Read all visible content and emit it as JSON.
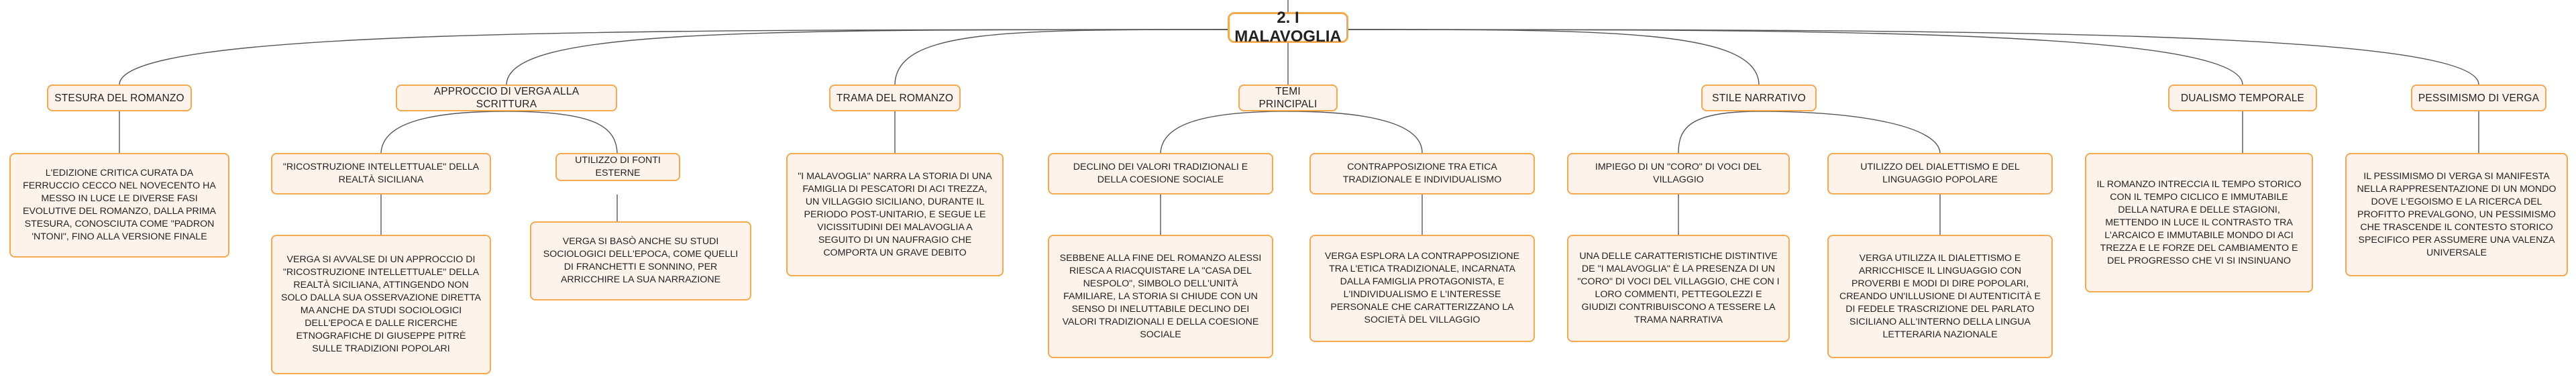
{
  "root": {
    "title": "2. I MALAVOGLIA"
  },
  "categories": {
    "stesura": {
      "title": "STESURA DEL ROMANZO",
      "detail": "L'edizione critica curata da Ferruccio Cecco nel Novecento ha messo in luce le diverse fasi evolutive del romanzo, dalla prima stesura, conosciuta come \"Padron 'Ntoni\", fino alla versione finale"
    },
    "approccio": {
      "title": "APPROCCIO DI VERGA ALLA SCRITTURA",
      "sub1": {
        "title": "\"RICOSTRUZIONE INTELLETTUALE\" DELLA REALTÀ SICILIANA",
        "detail": "Verga si avvalse di un approccio di \"ricostruzione intellettuale\" della realtà siciliana, attingendo non solo dalla sua osservazione diretta ma anche da studi sociologici dell'epoca e dalle ricerche etnografiche di Giuseppe Pitrè sulle tradizioni popolari"
      },
      "sub2": {
        "title": "UTILIZZO DI FONTI ESTERNE",
        "detail": "Verga si basò anche su studi sociologici dell'epoca, come quelli di Franchetti e Sonnino, per arricchire la sua narrazione"
      }
    },
    "trama": {
      "title": "TRAMA DEL ROMANZO",
      "detail": "\"I Malavoglia\" narra la storia di una famiglia di pescatori di Aci Trezza, un villaggio siciliano, durante il periodo post-unitario, e segue le vicissitudini dei Malavoglia a seguito di un naufragio che comporta un grave debito"
    },
    "temi": {
      "title": "TEMI PRINCIPALI",
      "sub1": {
        "title": "DECLINO DEI VALORI TRADIZIONALI E DELLA COESIONE SOCIALE",
        "detail": "Sebbene alla fine del romanzo Alessi riesca a riacquistare la \"casa del nespolo\", simbolo dell'unità familiare, la storia si chiude con un senso di ineluttabile declino dei valori tradizionali e della coesione sociale"
      },
      "sub2": {
        "title": "CONTRAPPOSIZIONE TRA ETICA TRADIZIONALE E INDIVIDUALISMO",
        "detail": "Verga esplora la contrapposizione tra l'etica tradizionale, incarnata dalla famiglia protagonista, e l'individualismo e l'interesse personale che caratterizzano la società del villaggio"
      }
    },
    "stile": {
      "title": "STILE NARRATIVO",
      "sub1": {
        "title": "IMPIEGO DI UN \"CORO\" DI VOCI DEL VILLAGGIO",
        "detail": "Una delle caratteristiche distintive de \"I Malavoglia\" è la presenza di un \"coro\" di voci del villaggio, che con i loro commenti, pettegolezzi e giudizi contribuiscono a tessere la trama narrativa"
      },
      "sub2": {
        "title": "UTILIZZO DEL DIALETTISMO E DEL LINGUAGGIO POPOLARE",
        "detail": "Verga utilizza il dialettismo e arricchisce il linguaggio con proverbi e modi di dire popolari, creando un'illusione di autenticità e di fedele trascrizione del parlato siciliano all'interno della lingua letteraria nazionale"
      }
    },
    "dualismo": {
      "title": "DUALISMO TEMPORALE",
      "detail": "Il romanzo intreccia il tempo storico con il tempo ciclico e immutabile della natura e delle stagioni, mettendo in luce il contrasto tra l'arcaico e immutabile mondo di Aci Trezza e le forze del cambiamento e del progresso che vi si insinuano"
    },
    "pessimismo": {
      "title": "PESSIMISMO DI VERGA",
      "detail": "Il pessimismo di Verga si manifesta nella rappresentazione di un mondo dove l'egoismo e la ricerca del profitto prevalgono, un pessimismo che trascende il contesto storico specifico per assumere una valenza universale"
    }
  },
  "colors": {
    "accent": "#f5a94f",
    "node_fill": "#fdf3ea",
    "connector": "#555555"
  }
}
